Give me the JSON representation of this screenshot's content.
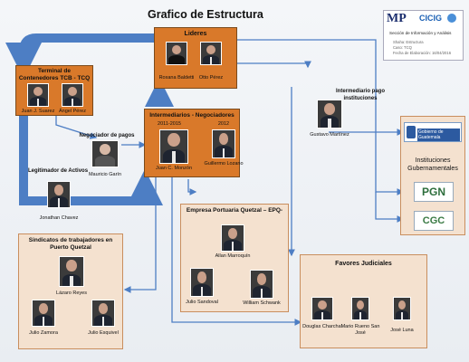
{
  "title": "Grafico de Estructura",
  "logo": {
    "mp": "MP",
    "cicig": "CICIG",
    "section": "Sección de Información y Análisis",
    "meta": [
      "Shaha: Estructura",
      "Caso: TCQ",
      "Fecha de Elaboración: 16/04/2016"
    ]
  },
  "groups": {
    "lideres": {
      "label": "Lideres",
      "persons": [
        {
          "name": "Roxana Baldetti"
        },
        {
          "name": "Otto Pérez"
        }
      ]
    },
    "terminal": {
      "label": "Terminal de Contenedores TCB - TCQ",
      "persons": [
        {
          "name": "Juan J. Suarez"
        },
        {
          "name": "Ángel Pérez"
        }
      ]
    },
    "intermediarios": {
      "label": "Intermediarios - Negociadores",
      "periods": [
        "2011-2015",
        "2012"
      ],
      "persons": [
        {
          "name": "Juan C. Monzón"
        },
        {
          "name": "Guillermo Lozano"
        }
      ]
    },
    "negociador": {
      "label": "Negociador de pagos",
      "person": {
        "name": "Mauricio Garín"
      }
    },
    "legitimador": {
      "label": "Legitimador de Activos",
      "person": {
        "name": "Jonathan Chavez"
      }
    },
    "intermediario_pago": {
      "label": "Intermediario pago instituciones",
      "person": {
        "name": "Gustavo Martínez"
      }
    },
    "instituciones": {
      "label": "Instituciones Gubernamentales",
      "logos": [
        "Gobierno de Guatemala",
        "PGN",
        "CGC"
      ]
    },
    "epq": {
      "label": "Empresa Portuaria Quetzal – EPQ-",
      "persons": [
        {
          "name": "Allan Marroquín"
        },
        {
          "name": "Julio Sandoval"
        },
        {
          "name": "William Schwank"
        }
      ]
    },
    "sindicatos": {
      "label": "Sindicatos de trabajadores en Puerto Quetzal",
      "persons": [
        {
          "name": "Lázaro Reyes"
        },
        {
          "name": "Julio Zamora"
        },
        {
          "name": "Julio Esquivel"
        }
      ]
    },
    "favores": {
      "label": "Favores Judiciales",
      "persons": [
        {
          "name": "Douglas Charchal"
        },
        {
          "name": "Mario Rueno San José"
        },
        {
          "name": "José Luna"
        }
      ]
    }
  },
  "colors": {
    "orange": "#d9792a",
    "tan": "#f4e1cf",
    "arrow": "#4d7ec4"
  }
}
